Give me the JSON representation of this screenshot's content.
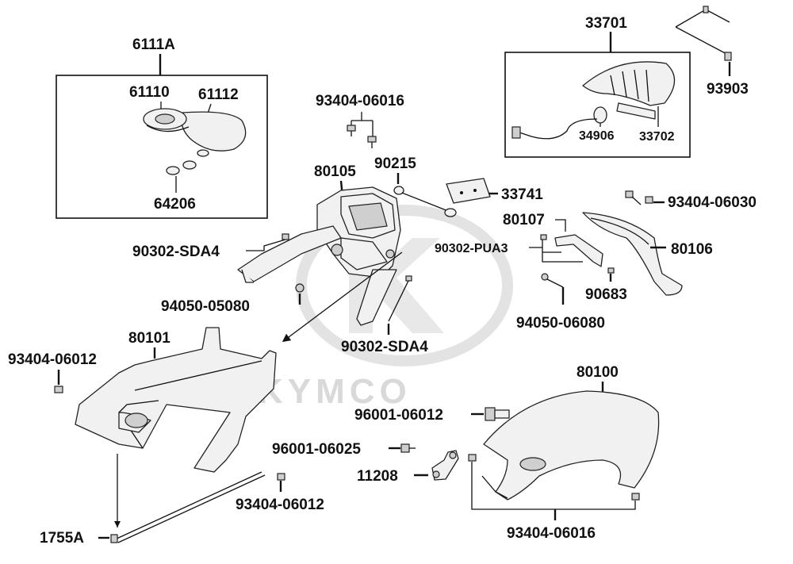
{
  "watermark": "KYMCO",
  "labels": {
    "l6111A": "6111A",
    "l61110": "61110",
    "l61112": "61112",
    "l64206": "64206",
    "l93404_06016_top": "93404-06016",
    "l80105": "80105",
    "l90215": "90215",
    "l33741": "33741",
    "l33701": "33701",
    "l93903": "93903",
    "l34906": "34906",
    "l33702": "33702",
    "l93404_06030": "93404-06030",
    "l80107": "80107",
    "l90302_PUA3": "90302-PUA3",
    "l80106": "80106",
    "l90683": "90683",
    "l94050_06080": "94050-06080",
    "l90302_SDA4_a": "90302-SDA4",
    "l94050_05080": "94050-05080",
    "l90302_SDA4_b": "90302-SDA4",
    "l80101": "80101",
    "l93404_06012_left": "93404-06012",
    "l80100": "80100",
    "l96001_06012": "96001-06012",
    "l96001_06025": "96001-06025",
    "l11208": "11208",
    "l93404_06012_bottom": "93404-06012",
    "l1755A": "1755A",
    "l93404_06016_bottom": "93404-06016"
  }
}
